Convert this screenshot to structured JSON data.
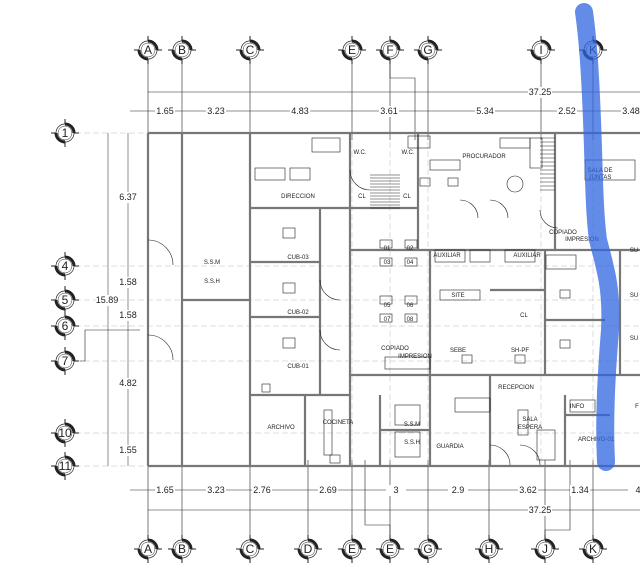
{
  "grid": {
    "columns_top": [
      "A",
      "B",
      "C",
      "E",
      "F",
      "G",
      "I",
      "K"
    ],
    "columns_bottom": [
      "A",
      "B",
      "C",
      "D",
      "E",
      "E",
      "G",
      "H",
      "J",
      "K"
    ],
    "rows": [
      "1",
      "4",
      "5",
      "6",
      "7",
      "10",
      "11"
    ]
  },
  "dimensions": {
    "top_total": "37.25",
    "top": [
      "1.65",
      "3.23",
      "4.83",
      "3.61",
      "5.34",
      "2.52",
      "3.48"
    ],
    "bottom": [
      "1.65",
      "3.23",
      "2.76",
      "2.69",
      "3",
      "2.9",
      "3.62",
      "1.34",
      "4"
    ],
    "bottom_total": "37.25",
    "left": [
      "6.37",
      "1.58",
      "1.58",
      "4.82",
      "1.55"
    ],
    "left_total": "15.89"
  },
  "rooms": [
    "DIRECCION",
    "CUB-03",
    "CUB-02",
    "CUB-01",
    "ARCHIVO",
    "COCINETA",
    "S.S.M",
    "S.S.H",
    "GUARDIA",
    "RECEPCION",
    "SALA",
    "ESPERA",
    "INFO",
    "ARCHIVO-01",
    "COPIADO",
    "IMPRESION",
    "SEBE",
    "SH-PF",
    "SITE",
    "CL",
    "AUXILIAR",
    "AUXILIAR",
    "COPIADO",
    "IMPRESION",
    "PROCURADOR",
    "SALA DE",
    "JUNTAS",
    "W.C.",
    "W.C.",
    "CL",
    "CL",
    "S.S.M",
    "S.S.H",
    "SU",
    "SU",
    "SU",
    "F"
  ],
  "workstations": [
    "01",
    "02",
    "03",
    "04",
    "05",
    "06",
    "07",
    "08"
  ],
  "colors": {
    "highlight": "#2f66e0",
    "line": "#222222",
    "wall": "#777777"
  }
}
